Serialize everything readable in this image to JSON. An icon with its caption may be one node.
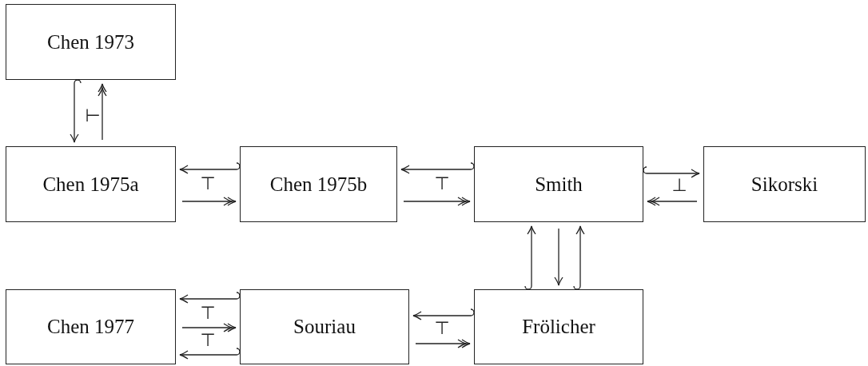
{
  "diagram": {
    "nodes": [
      {
        "text": [
          "Chen 1973"
        ]
      },
      {
        "text": [
          "Chen 1975a"
        ]
      },
      {
        "text": [
          "Chen 1975b"
        ]
      },
      {
        "text": [
          "Smith"
        ]
      },
      {
        "text": [
          "Sikorski"
        ]
      },
      {
        "text": [
          "Chen 1977"
        ]
      },
      {
        "text": [
          "Souriau"
        ]
      },
      {
        "text": [
          "Frölicher"
        ]
      }
    ],
    "edges": [
      {
        "from": 0,
        "to": 1,
        "arrow": "to"
      },
      {
        "from": 1,
        "to": 0,
        "arrow": "to"
      },
      {
        "from": 2,
        "to": 1,
        "arrow": "to"
      },
      {
        "from": 1,
        "to": 2,
        "arrow": "to"
      },
      {
        "from": 3,
        "to": 2,
        "arrow": "to"
      },
      {
        "from": 2,
        "to": 3,
        "arrow": "to"
      },
      {
        "from": 3,
        "to": 4,
        "arrow": "to"
      },
      {
        "from": 4,
        "to": 3,
        "arrow": "to"
      },
      {
        "from": 7,
        "to": 3,
        "arrow": "to"
      },
      {
        "from": 3,
        "to": 7,
        "arrow": "to"
      },
      {
        "from": 7,
        "to": 3,
        "arrow": "to"
      },
      {
        "from": 6,
        "to": 5,
        "arrow": "to"
      },
      {
        "from": 5,
        "to": 6,
        "arrow": "to"
      },
      {
        "from": 6,
        "to": 5,
        "arrow": "to"
      },
      {
        "from": 7,
        "to": 6,
        "arrow": "to"
      },
      {
        "from": 6,
        "to": 7,
        "arrow": "to"
      }
    ],
    "labels": [
      "⊢",
      "⊤",
      "⊤",
      "⊥",
      "⊤",
      "⊤",
      "⊤"
    ]
  }
}
